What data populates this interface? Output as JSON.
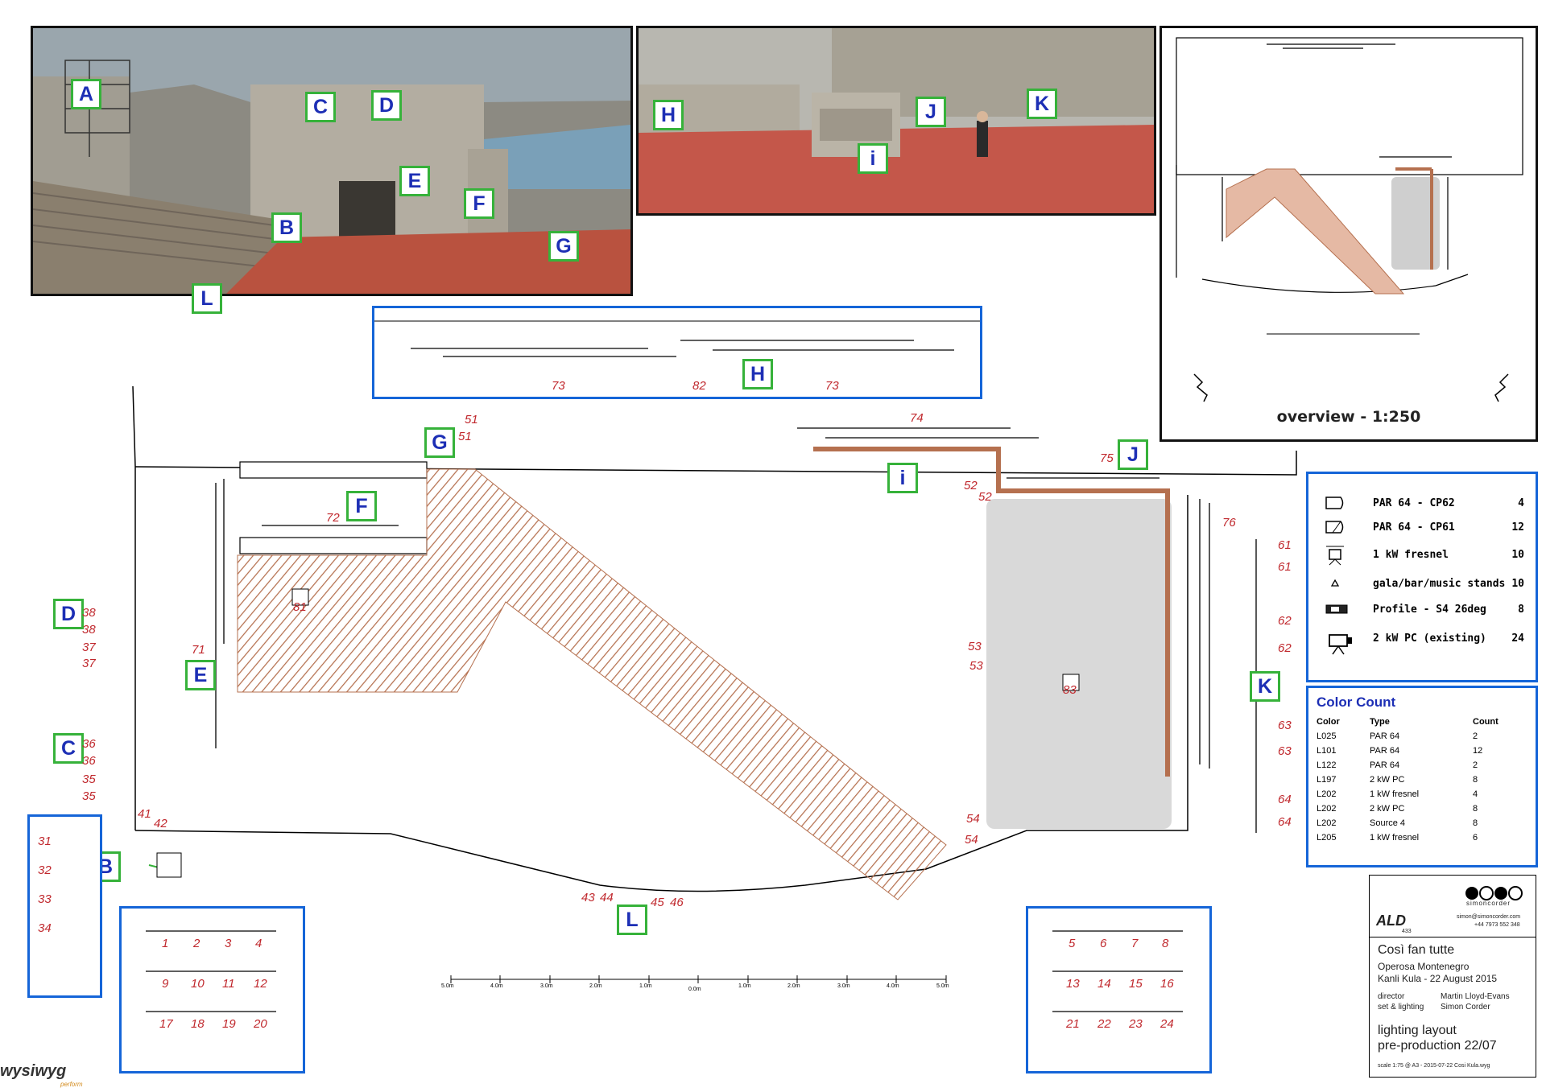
{
  "zones": {
    "A": "A",
    "B": "B",
    "C": "C",
    "D": "D",
    "E": "E",
    "F": "F",
    "G": "G",
    "H": "H",
    "I": "i",
    "J": "J",
    "K": "K",
    "L": "L"
  },
  "overview": {
    "title": "overview - 1:250"
  },
  "legend": {
    "items": [
      {
        "label": "PAR 64 - CP62",
        "qty": "4",
        "icon": "par64-cp62-icon"
      },
      {
        "label": "PAR 64 - CP61",
        "qty": "12",
        "icon": "par64-cp61-icon"
      },
      {
        "label": "1 kW fresnel",
        "qty": "10",
        "icon": "fresnel-1kw-icon"
      },
      {
        "label": "gala/bar/music stands",
        "qty": "10",
        "icon": "music-stand-icon"
      },
      {
        "label": "Profile - S4 26deg",
        "qty": "8",
        "icon": "profile-s4-icon"
      },
      {
        "label": "2 kW PC (existing)",
        "qty": "24",
        "icon": "pc-2kw-icon"
      }
    ]
  },
  "color_count": {
    "title": "Color Count",
    "headers": {
      "color": "Color",
      "type": "Type",
      "count": "Count"
    },
    "rows": [
      {
        "color": "L025",
        "type": "PAR 64",
        "count": "2"
      },
      {
        "color": "L101",
        "type": "PAR 64",
        "count": "12"
      },
      {
        "color": "L122",
        "type": "PAR 64",
        "count": "2"
      },
      {
        "color": "L197",
        "type": "2 kW PC",
        "count": "8"
      },
      {
        "color": "L202",
        "type": "1 kW fresnel",
        "count": "4"
      },
      {
        "color": "L202",
        "type": "2 kW PC",
        "count": "8"
      },
      {
        "color": "L202",
        "type": "Source 4",
        "count": "8"
      },
      {
        "color": "L205",
        "type": "1 kW fresnel",
        "count": "6"
      }
    ]
  },
  "title_block": {
    "brand": "simoncorder",
    "email": "simon@simoncorder.com",
    "phone": "+44 7973 552 348",
    "logo_text": "ALD",
    "logo_num": "433",
    "production": "Così fan tutte",
    "company": "Operosa Montenegro",
    "venue_date": "Kanli Kula - 22 August 2015",
    "director_label": "director",
    "director_name": "Martin Lloyd-Evans",
    "set_label": "set & lighting",
    "set_name": "Simon Corder",
    "drawing_title": "lighting layout",
    "drawing_subtitle": "pre-production 22/07",
    "scale_note": "scale 1:75 @ A3 - 2015-07-22 Cosi Kula.wyg"
  },
  "software": {
    "name": "wysiwyg",
    "sub": "perform"
  },
  "scale_bar": {
    "ticks": [
      "5.0m",
      "4.0m",
      "3.0m",
      "2.0m",
      "1.0m",
      "0.0m",
      "1.0m",
      "2.0m",
      "3.0m",
      "4.0m",
      "5.0m"
    ]
  },
  "fixture_numbers": {
    "n1": "1",
    "n2": "2",
    "n3": "3",
    "n4": "4",
    "n5": "5",
    "n6": "6",
    "n7": "7",
    "n8": "8",
    "n9": "9",
    "n10": "10",
    "n11": "11",
    "n12": "12",
    "n13": "13",
    "n14": "14",
    "n15": "15",
    "n16": "16",
    "n17": "17",
    "n18": "18",
    "n19": "19",
    "n20": "20",
    "n21": "21",
    "n22": "22",
    "n23": "23",
    "n24": "24",
    "n31": "31",
    "n32": "32",
    "n33": "33",
    "n34": "34",
    "n35": "35",
    "n36": "36",
    "n37": "37",
    "n38": "38",
    "n41": "41",
    "n42": "42",
    "n43": "43",
    "n44": "44",
    "n45": "45",
    "n46": "46",
    "n51": "51",
    "n52": "52",
    "n53": "53",
    "n54": "54",
    "n61": "61",
    "n62": "62",
    "n63": "63",
    "n64": "64",
    "n71": "71",
    "n72": "72",
    "n73": "73",
    "n74": "74",
    "n75": "75",
    "n76": "76",
    "n81": "81",
    "n82": "82",
    "n83": "83"
  },
  "colors": {
    "accent_blue": "#1565d8",
    "zone_green": "#36b23a",
    "zone_letter": "#1d2fb5",
    "fixture_red": "#c0282d",
    "ramp": "#b5704f"
  }
}
